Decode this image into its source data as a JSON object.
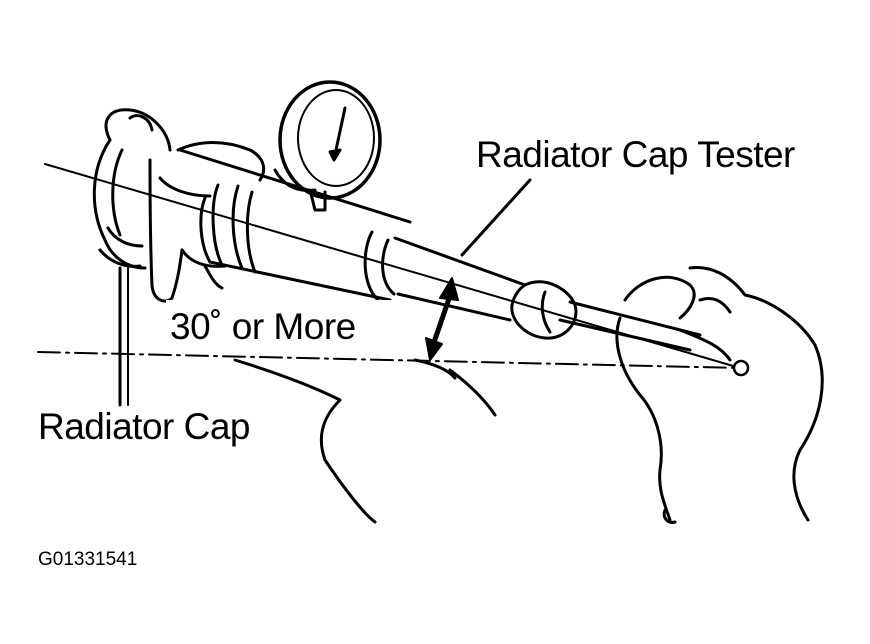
{
  "labels": {
    "tester": "Radiator Cap Tester",
    "angle": "30˚ or More",
    "cap": "Radiator Cap",
    "figure_code": "G01331541"
  },
  "colors": {
    "ink": "#000000",
    "paper": "#ffffff"
  }
}
